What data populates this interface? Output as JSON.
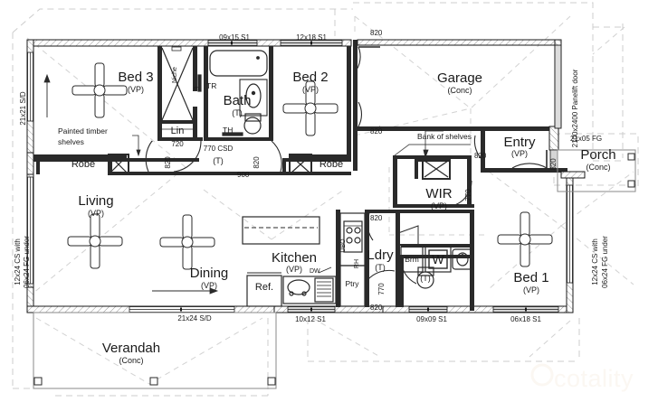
{
  "document": {
    "type": "architectural-floor-plan",
    "watermark": "cotality"
  },
  "rooms": [
    {
      "id": "bed3",
      "name": "Bed 3",
      "finish": "(VP)"
    },
    {
      "id": "bath",
      "name": "Bath",
      "finish": "(T)"
    },
    {
      "id": "bed2",
      "name": "Bed 2",
      "finish": "(VP)"
    },
    {
      "id": "garage",
      "name": "Garage",
      "finish": "(Conc)"
    },
    {
      "id": "entry",
      "name": "Entry",
      "finish": "(VP)"
    },
    {
      "id": "porch",
      "name": "Porch",
      "finish": "(Conc)"
    },
    {
      "id": "wir",
      "name": "WIR",
      "finish": "(VP)"
    },
    {
      "id": "living",
      "name": "Living",
      "finish": "(VP)"
    },
    {
      "id": "dining",
      "name": "Dining",
      "finish": "(VP)"
    },
    {
      "id": "kitchen",
      "name": "Kitchen",
      "finish": "(VP)"
    },
    {
      "id": "ldry",
      "name": "Ldry",
      "finish": "(T)"
    },
    {
      "id": "bed1",
      "name": "Bed 1",
      "finish": "(VP)"
    },
    {
      "id": "verandah",
      "name": "Verandah",
      "finish": "(Conc)"
    },
    {
      "id": "wc",
      "name": "",
      "finish": "(T)"
    }
  ],
  "fixtures": {
    "robe_bed3": "Robe",
    "robe_bed2": "Robe",
    "linen": "Lin",
    "linen_size": "720",
    "niche": "Niche",
    "towel_rail": "TR",
    "towel_hook": "TH",
    "mirror": "m",
    "fridge": "Ref.",
    "dishwasher": "DW",
    "pantry": "Ptry",
    "under_bench_oven": "UBO",
    "range_hood": "RH",
    "broom": "Brm",
    "washer": "W"
  },
  "notes": {
    "painted_timber_shelves": "Painted timber\nshelves",
    "painted_timber_shelves_l1": "Painted timber",
    "painted_timber_shelves_l2": "shelves",
    "bank_of_shelves": "Bank of shelves"
  },
  "windows": [
    {
      "id": "w-bath-top",
      "label": "09x15 S1"
    },
    {
      "id": "w-bed2-top",
      "label": "12x18 S1"
    },
    {
      "id": "w-bed3-left",
      "label": "21x21 S/D"
    },
    {
      "id": "w-living-left",
      "label": "12x24 CS with\n06x24 FG under"
    },
    {
      "id": "w-living-left-l1",
      "label": "12x24 CS with"
    },
    {
      "id": "w-living-left-l2",
      "label": "06x24 FG under"
    },
    {
      "id": "w-bed1-right-l1",
      "label": "12x24 CS with"
    },
    {
      "id": "w-bed1-right-l2",
      "label": "06x24 FG under"
    },
    {
      "id": "w-dining-bottom",
      "label": "21x24 S/D"
    },
    {
      "id": "w-kitchen-bottom",
      "label": "10x12 S1"
    },
    {
      "id": "w-ldry-bottom",
      "label": "09x09 S1"
    },
    {
      "id": "w-bed1-bottom",
      "label": "06x18 S1"
    },
    {
      "id": "w-porch-fg",
      "label": "21x05 FG"
    }
  ],
  "doors": [
    {
      "id": "d-bed3",
      "label": "820"
    },
    {
      "id": "d-bath",
      "label": "820"
    },
    {
      "id": "d-bed2",
      "label": "820"
    },
    {
      "id": "d-bath-csd",
      "label": "770 CSD"
    },
    {
      "id": "d-garage-top",
      "label": "820"
    },
    {
      "id": "d-garage-bottom",
      "label": "820"
    },
    {
      "id": "d-entry",
      "label": "820"
    },
    {
      "id": "d-wir",
      "label": "770"
    },
    {
      "id": "d-wir-2",
      "label": "820"
    },
    {
      "id": "d-ldry-top",
      "label": "820"
    },
    {
      "id": "d-ldry-bottom",
      "label": "820"
    },
    {
      "id": "d-wc",
      "label": "770"
    },
    {
      "id": "d-hall",
      "label": "900"
    },
    {
      "id": "d-garage-panelift",
      "label": "2100x2400 Panelift door"
    }
  ],
  "colors": {
    "wall": "#1a1a1a",
    "hatch": "#9a9a9a",
    "dashed": "#c8c8c8",
    "glass": "#d9d9d9",
    "watermark": "#fbf7f2"
  }
}
